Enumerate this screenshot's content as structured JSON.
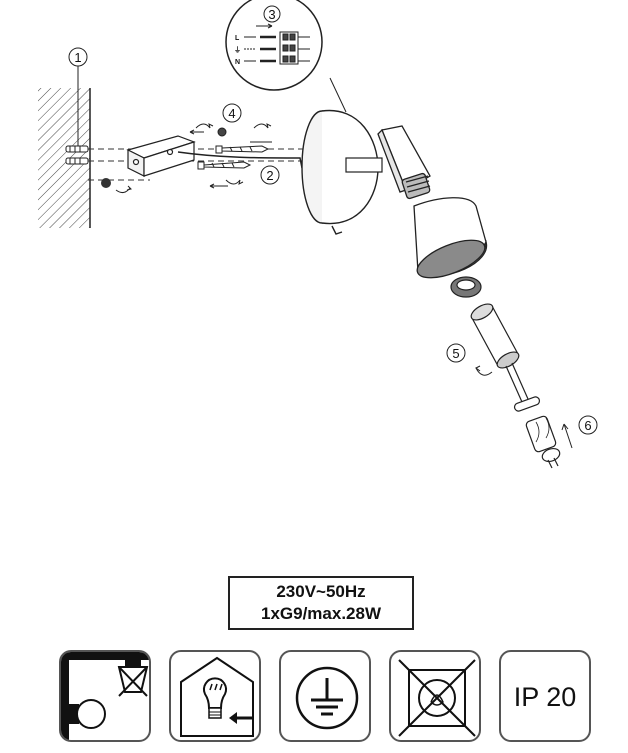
{
  "callouts": [
    "1",
    "2",
    "3",
    "4",
    "5",
    "6"
  ],
  "wiring": {
    "live": "L",
    "earth": "⏚",
    "neutral": "N"
  },
  "spec": {
    "voltage": "230V~50Hz",
    "lamp": "1xG9/max.28W"
  },
  "symbols": [
    {
      "name": "not-for-ceiling-mounting-icon"
    },
    {
      "name": "class-one-protection-icon"
    },
    {
      "name": "protective-earth-icon"
    },
    {
      "name": "not-for-flammable-surface-icon"
    },
    {
      "name": "ip-rating-icon",
      "label": "IP 20"
    }
  ]
}
